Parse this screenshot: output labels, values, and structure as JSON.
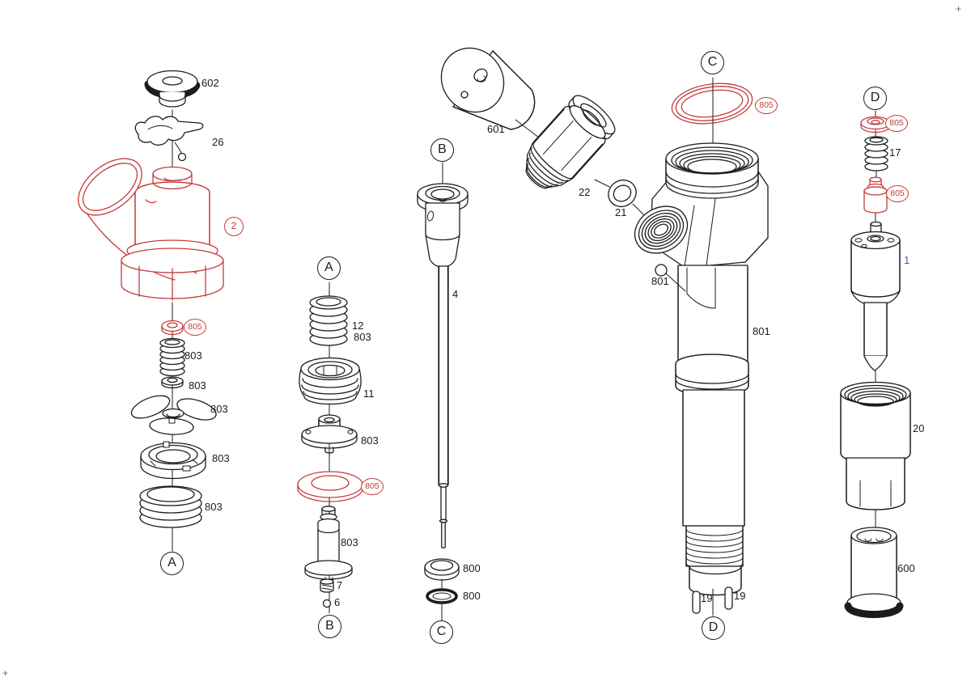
{
  "diagram_type": "exploded-parts-diagram-fuel-injector",
  "colors": {
    "line": "#1c1c1c",
    "accent_red": "#c43b3b",
    "accent_blue": "#4a5aae",
    "background": "#ffffff"
  },
  "section_markers": [
    {
      "id": "a-lower-left",
      "label": "A"
    },
    {
      "id": "a-upper-mid",
      "label": "A"
    },
    {
      "id": "b-lower-mid",
      "label": "B"
    },
    {
      "id": "b-upper-center",
      "label": "B"
    },
    {
      "id": "c-lower-center",
      "label": "C"
    },
    {
      "id": "c-upper-right",
      "label": "C"
    },
    {
      "id": "d-lower-right",
      "label": "D"
    },
    {
      "id": "d-upper-far-right",
      "label": "D"
    }
  ],
  "circled_labels": [
    {
      "part": "connector-body",
      "text": "2"
    },
    {
      "part": "seal-under-connector",
      "text": "805"
    },
    {
      "part": "washer-mid-column",
      "text": "805"
    },
    {
      "part": "gasket-ring-top",
      "text": "805"
    },
    {
      "part": "seal-far-right-top",
      "text": "805"
    },
    {
      "part": "sleeve-far-right",
      "text": "805"
    }
  ],
  "part_labels": [
    {
      "text": "602"
    },
    {
      "text": "26"
    },
    {
      "text": "803"
    },
    {
      "text": "803"
    },
    {
      "text": "803"
    },
    {
      "text": "803"
    },
    {
      "text": "803"
    },
    {
      "text": "12"
    },
    {
      "text": "803"
    },
    {
      "text": "11"
    },
    {
      "text": "803"
    },
    {
      "text": "803"
    },
    {
      "text": "7"
    },
    {
      "text": "6"
    },
    {
      "text": "4"
    },
    {
      "text": "800"
    },
    {
      "text": "800"
    },
    {
      "text": "601"
    },
    {
      "text": "22"
    },
    {
      "text": "21"
    },
    {
      "text": "801"
    },
    {
      "text": "801"
    },
    {
      "text": "19"
    },
    {
      "text": "19"
    },
    {
      "text": "17"
    },
    {
      "text": "1"
    },
    {
      "text": "20"
    },
    {
      "text": "600"
    }
  ],
  "crop_marks": {
    "top_right": "+",
    "bottom_left": "+"
  }
}
